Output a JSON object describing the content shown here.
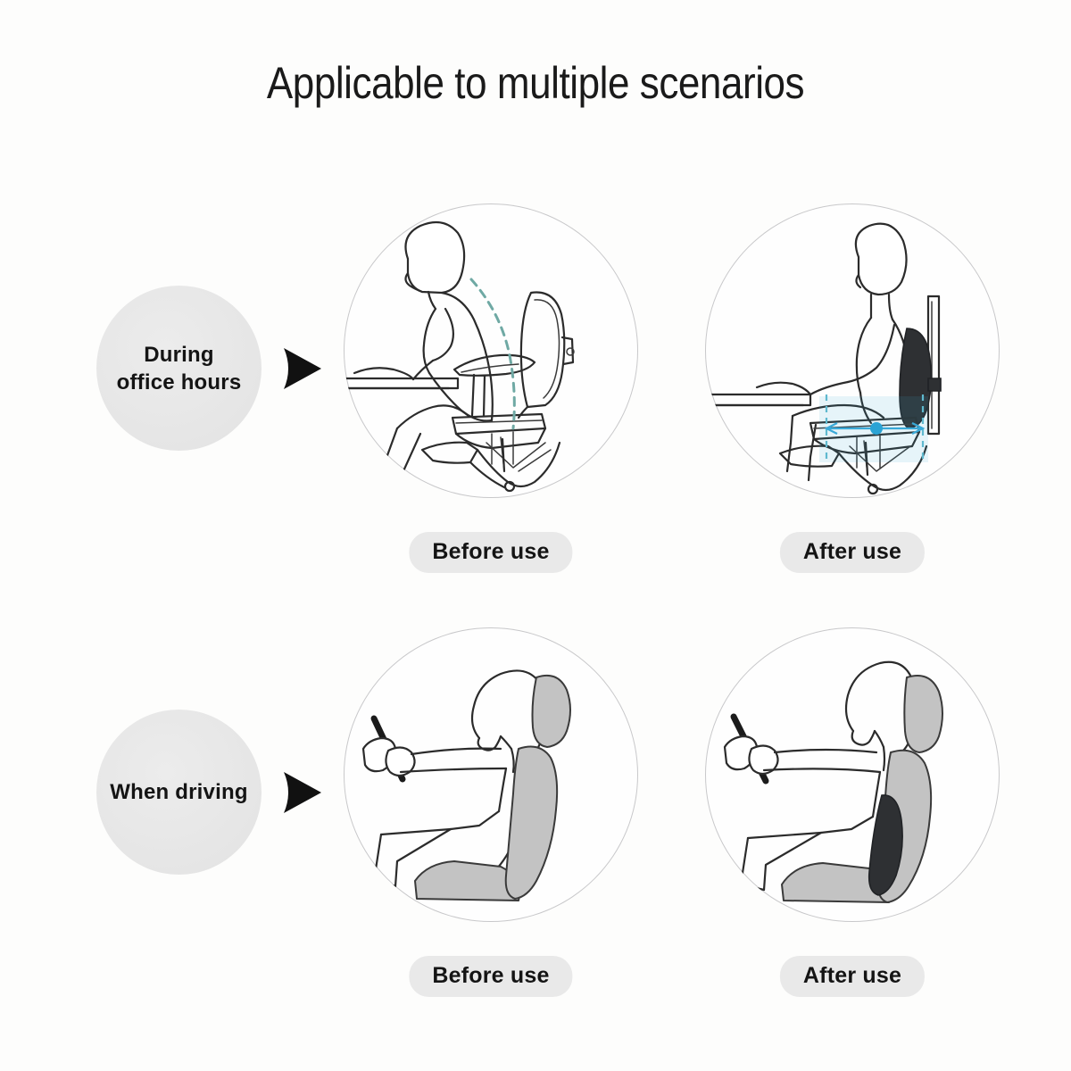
{
  "page": {
    "title": "Applicable to multiple scenarios",
    "background_color": "#fdfdfc",
    "title_color": "#1a1a1a"
  },
  "colors": {
    "bubble_gray": "#e6e6e6",
    "pill_gray": "#e9e9e9",
    "arrow_black": "#111111",
    "line_art": "#2b2b2b",
    "spine_dash_teal": "#6fa9a4",
    "cushion_dark": "#2e3033",
    "measure_cyan": "#39a9d8",
    "car_seat_gray": "#c3c3c3",
    "circle_outline": "#787880"
  },
  "rows": [
    {
      "category": "During\noffice hours",
      "category_line_1": "During",
      "category_line_2": "office hours",
      "arrow_icon": "arrow-right-icon",
      "panels": [
        {
          "caption": "Before use",
          "state": "before",
          "illustration": "person-slouching-at-desk-in-office-chair",
          "annotations": [
            "teal-dashed-spine-curve"
          ]
        },
        {
          "caption": "After use",
          "state": "after",
          "illustration": "person-upright-in-office-chair-with-lumbar-cushion",
          "annotations": [
            "cyan-measurement-arrow",
            "lumbar-support-cushion"
          ]
        }
      ]
    },
    {
      "category": "When driving",
      "category_line_1": "When driving",
      "category_line_2": "",
      "arrow_icon": "arrow-right-icon",
      "panels": [
        {
          "caption": "Before use",
          "state": "before",
          "illustration": "driver-slouching-in-car-seat-holding-steering-wheel",
          "annotations": []
        },
        {
          "caption": "After use",
          "state": "after",
          "illustration": "driver-upright-in-car-seat-with-lumbar-cushion",
          "annotations": [
            "lumbar-support-cushion"
          ]
        }
      ]
    }
  ]
}
